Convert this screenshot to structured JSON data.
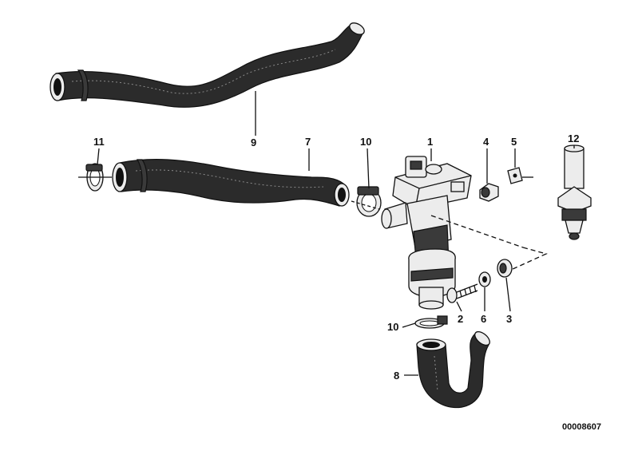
{
  "diagram": {
    "callouts": [
      "9",
      "11",
      "7",
      "10",
      "1",
      "4",
      "5",
      "12",
      "2",
      "6",
      "3",
      "10",
      "8"
    ],
    "drawing_number": "00008607"
  }
}
